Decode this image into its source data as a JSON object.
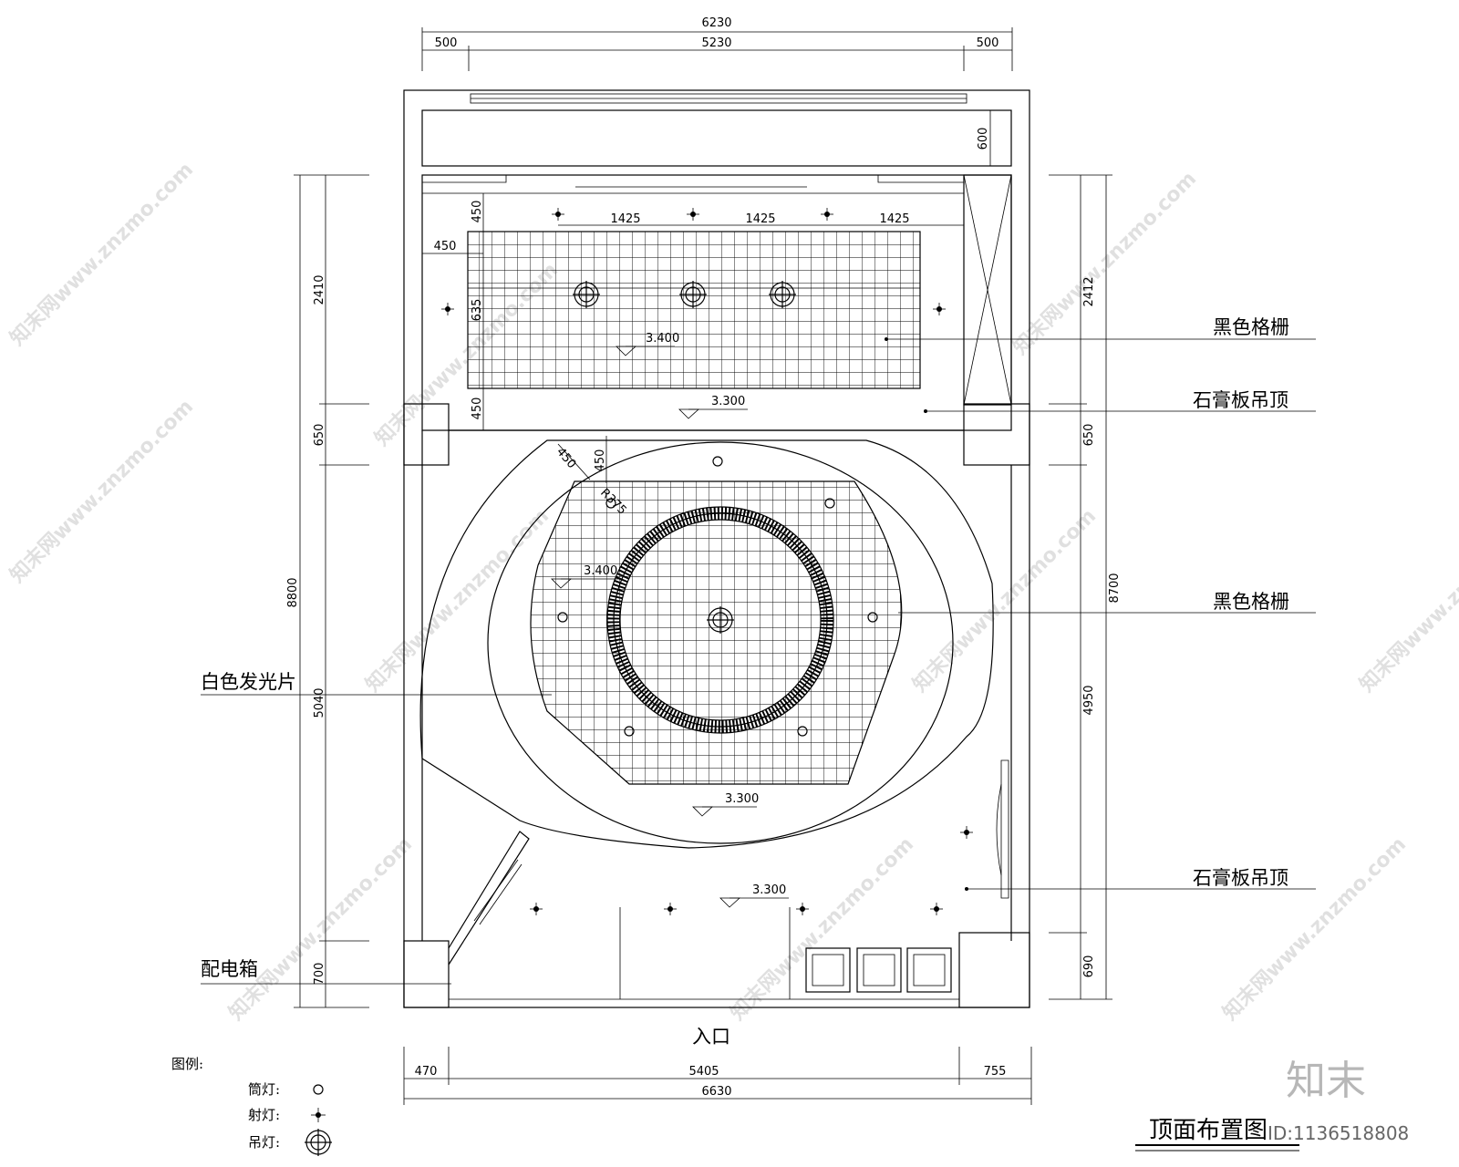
{
  "top_dims": {
    "overall": "6230",
    "left": "500",
    "middle": "5230",
    "right": "500"
  },
  "bottom_dims": {
    "left": "470",
    "middle": "5405",
    "right": "755",
    "overall": "6630"
  },
  "left_dims": {
    "outer": "8800",
    "top": "2410",
    "mid": "650",
    "main": "5040",
    "bottom": "700"
  },
  "right_dims": {
    "outer": "8700",
    "top": "2412",
    "mid": "650",
    "main": "4950",
    "bottom": "690"
  },
  "inner_dims": {
    "fascia": "600",
    "spacing": [
      "1425",
      "1425",
      "1425"
    ],
    "side_offset": "450",
    "top_offset": "450",
    "grid_height": "635",
    "bottom_offset": "450",
    "diag_a": "450",
    "diag_b": "450",
    "radius": "R375"
  },
  "levels": {
    "grille_top": "3.400",
    "band": "3.300",
    "grille_round": "3.400",
    "ring": "3.300",
    "entry": "3.300"
  },
  "labels": {
    "black_grille_1": "黑色格栅",
    "gypsum_1": "石膏板吊顶",
    "black_grille_2": "黑色格栅",
    "white_panel": "白色发光片",
    "gypsum_2": "石膏板吊顶",
    "distribution_box": "配电箱",
    "entrance": "入口"
  },
  "legend": {
    "heading": "图例:",
    "items": [
      "筒灯:",
      "射灯:",
      "吊灯:"
    ],
    "icons": [
      "downlight-icon",
      "spotlight-icon",
      "pendant-icon"
    ]
  },
  "title": "顶面布置图",
  "watermark": "知末网www.znzmo.com",
  "brand": "知末",
  "id_text": "ID:1136518808"
}
